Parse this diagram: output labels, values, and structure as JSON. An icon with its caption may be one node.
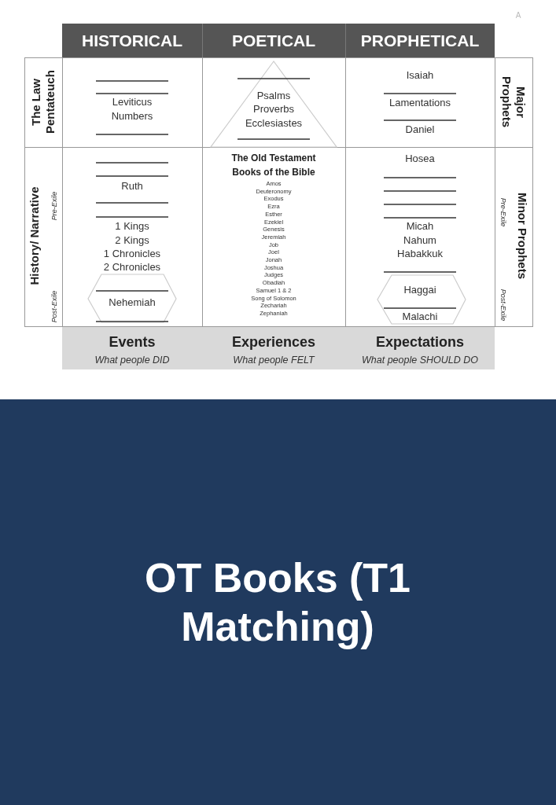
{
  "diagram": {
    "title": "OT Books (T1 Matching)",
    "labels": [
      "A",
      "HISTORICAL",
      "POETICAL",
      "PROPHETICAL",
      "The Law Pentateuch",
      "Leviticus",
      "Numbers",
      "Psalms",
      "Proverbs",
      "Ecclesiastes",
      "Isaiah",
      "Lamentations",
      "Daniel",
      "Major Prophets",
      "History/ Narrative",
      "Pre-Exile",
      "Post-Exile",
      "Ruth",
      "1 Kings",
      "2 Kings",
      "1 Chronicles",
      "2 Chronicles",
      "Nehemiah",
      "The Old Testament Books of the Bible",
      "Amos",
      "Deuteronomy",
      "Exodus",
      "Ezra",
      "Esther",
      "Ezekiel",
      "Genesis",
      "Jeremiah",
      "Job",
      "Joel",
      "Jonah",
      "Joshua",
      "Judges",
      "Obadiah",
      "Samuel 1 & 2",
      "Song of Solomon",
      "Zechariah",
      "Zephaniah",
      "Hosea",
      "Micah",
      "Nahum",
      "Habakkuk",
      "Haggai",
      "Malachi",
      "Minor Prophets",
      "Pre-Exile",
      "Post-Exile",
      "Events",
      "What people DID",
      "Experiences",
      "What people FELT",
      "Expectations",
      "What people SHOULD DO"
    ]
  }
}
